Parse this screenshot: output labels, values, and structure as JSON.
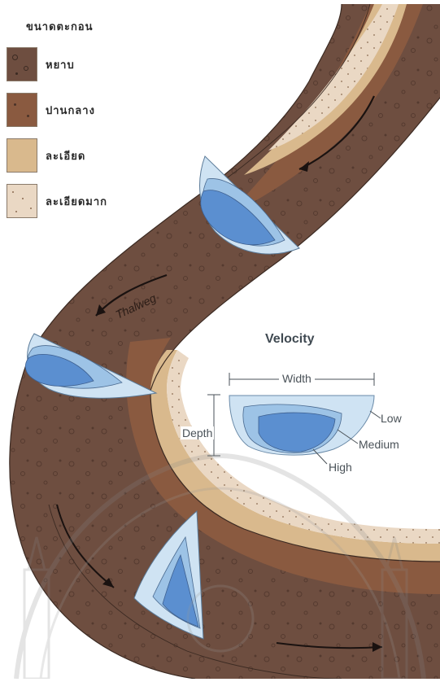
{
  "legend": {
    "title": "ขนาดตะกอน",
    "items": [
      {
        "label": "หยาบ",
        "color": "#6e4e40"
      },
      {
        "label": "ปานกลาง",
        "color": "#8a5a40"
      },
      {
        "label": "ละเอียด",
        "color": "#d9b98d"
      },
      {
        "label": "ละเอียดมาก",
        "color": "#ead8c4"
      }
    ]
  },
  "thalweg_label": "Thalweg",
  "velocity": {
    "title": "Velocity",
    "width_label": "Width",
    "depth_label": "Depth",
    "low_label": "Low",
    "medium_label": "Medium",
    "high_label": "High"
  },
  "colors": {
    "coarse": "#6e4e40",
    "medium": "#8a5a40",
    "fine": "#d9b98d",
    "very_fine": "#ead8c4",
    "low_velocity": "#cfe3f3",
    "medium_velocity": "#9dc3e6",
    "high_velocity": "#5b8fd0"
  }
}
